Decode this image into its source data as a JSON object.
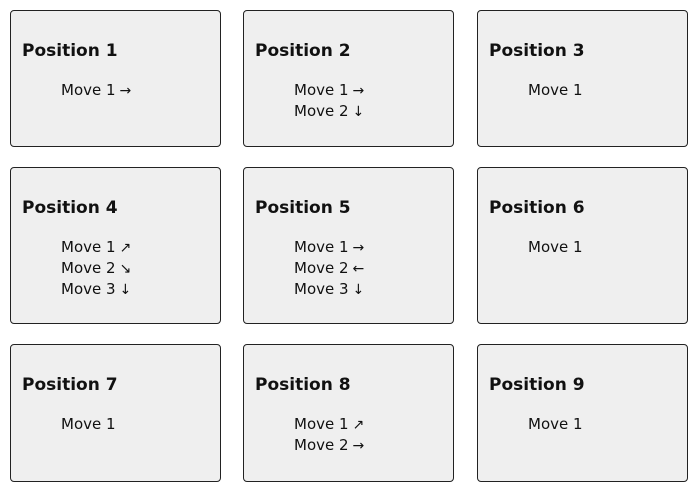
{
  "positions": [
    {
      "title": "Position 1",
      "moves": [
        {
          "label": "Move 1",
          "arrow": "→"
        }
      ]
    },
    {
      "title": "Position 2",
      "moves": [
        {
          "label": "Move 1",
          "arrow": "→"
        },
        {
          "label": "Move 2",
          "arrow": "↓"
        }
      ]
    },
    {
      "title": "Position 3",
      "moves": [
        {
          "label": "Move 1",
          "arrow": ""
        }
      ]
    },
    {
      "title": "Position 4",
      "moves": [
        {
          "label": "Move 1",
          "arrow": "↗"
        },
        {
          "label": "Move 2",
          "arrow": "↘"
        },
        {
          "label": "Move 3",
          "arrow": "↓"
        }
      ]
    },
    {
      "title": "Position 5",
      "moves": [
        {
          "label": "Move 1",
          "arrow": "→"
        },
        {
          "label": "Move 2",
          "arrow": "←"
        },
        {
          "label": "Move 3",
          "arrow": "↓"
        }
      ]
    },
    {
      "title": "Position 6",
      "moves": [
        {
          "label": "Move 1",
          "arrow": ""
        }
      ]
    },
    {
      "title": "Position 7",
      "moves": [
        {
          "label": "Move 1",
          "arrow": ""
        }
      ]
    },
    {
      "title": "Position 8",
      "moves": [
        {
          "label": "Move 1",
          "arrow": "↗"
        },
        {
          "label": "Move 2",
          "arrow": "→"
        }
      ]
    },
    {
      "title": "Position 9",
      "moves": [
        {
          "label": "Move 1",
          "arrow": ""
        }
      ]
    }
  ]
}
